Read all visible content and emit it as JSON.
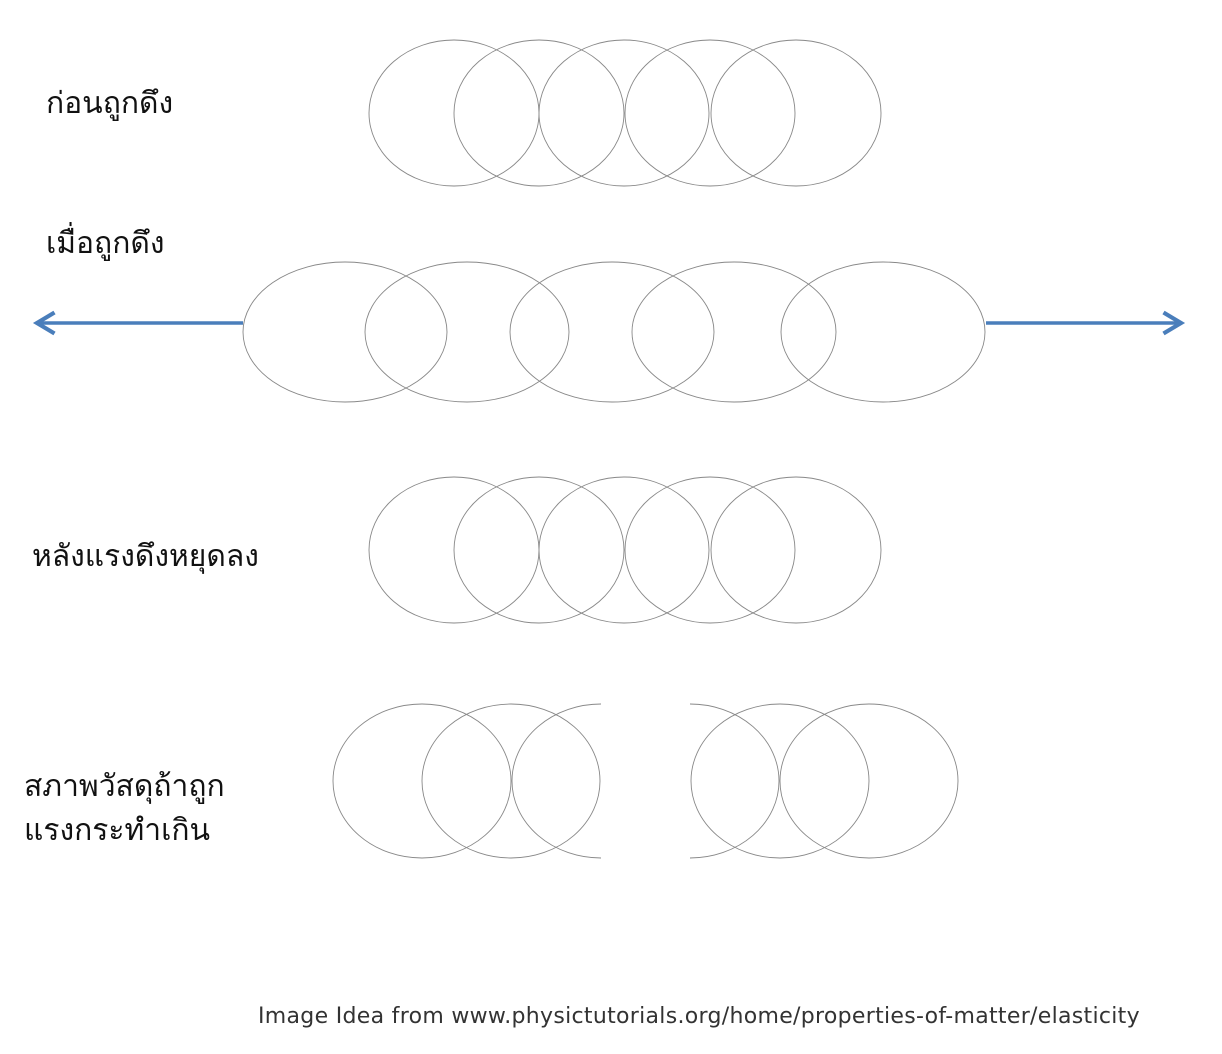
{
  "labels": {
    "before_pull": "ก่อนถูกดึง",
    "when_pulled": "เมื่อถูกดึง",
    "after_release": "หลังแรงดึงหยุดลง",
    "exceeded_line1": "สภาพวัสดุถ้าถูก",
    "exceeded_line2": "แรงกระทำเกิน"
  },
  "caption": "Image Idea from www.physictutorials.org/home/properties-of-matter/elasticity",
  "colors": {
    "arrow": "#4a7ebb",
    "outline": "#888888"
  }
}
